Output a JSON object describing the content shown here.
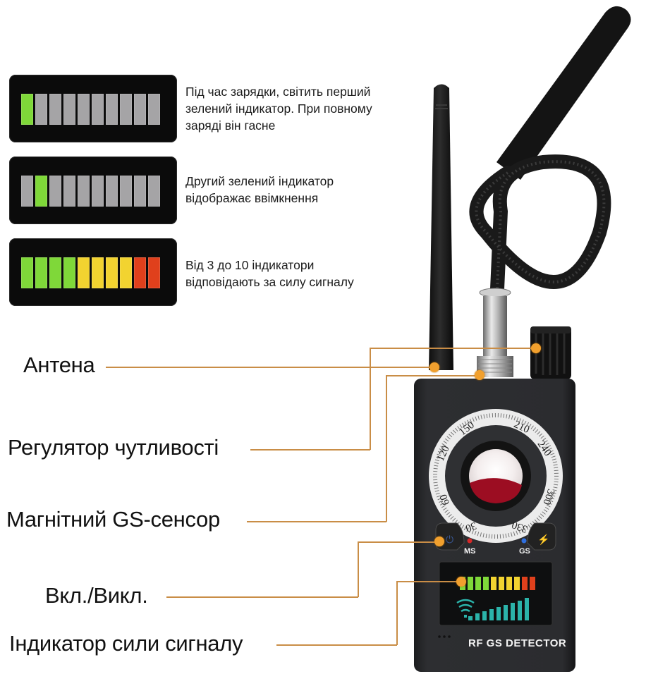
{
  "legend": [
    {
      "led_states": [
        "on-green",
        "off",
        "off",
        "off",
        "off",
        "off",
        "off",
        "off",
        "off",
        "off"
      ],
      "text_lines": [
        "Під час зарядки, світить перший",
        "зелений індикатор. При повному",
        "заряді він гасне"
      ]
    },
    {
      "led_states": [
        "off",
        "on-green",
        "off",
        "off",
        "off",
        "off",
        "off",
        "off",
        "off",
        "off"
      ],
      "text_lines": [
        "Другий зелений індикатор",
        "відображає ввімкнення"
      ]
    },
    {
      "led_states": [
        "green",
        "green",
        "green",
        "green",
        "yellow",
        "yellow",
        "yellow",
        "yellow",
        "red",
        "red"
      ],
      "text_lines": [
        "Від 3 до 10 індикатори",
        "відповідають за силу сигналу"
      ]
    }
  ],
  "callouts": {
    "antenna": "Антена",
    "sensitivity_knob": "Регулятор чутливості",
    "magnetic_sensor": "Магнітний GS-сенсор",
    "power_button": "Вкл./Викл.",
    "signal_indicator": "Індикатор сили сигналу"
  },
  "device": {
    "model_label": "RF GS DETECTOR",
    "ms_label": "MS",
    "gs_label": "GS",
    "dial_numbers": [
      "30",
      "60",
      "120",
      "150",
      "210",
      "240",
      "300",
      "330"
    ]
  },
  "colors": {
    "led_off": "#a5a4a6",
    "led_green": "#7fd839",
    "led_yellow": "#f2d330",
    "led_red": "#e0401c",
    "callout_line": "#c98d46",
    "callout_dot": "#f1a02e",
    "device_body": "#2a2b2e"
  }
}
